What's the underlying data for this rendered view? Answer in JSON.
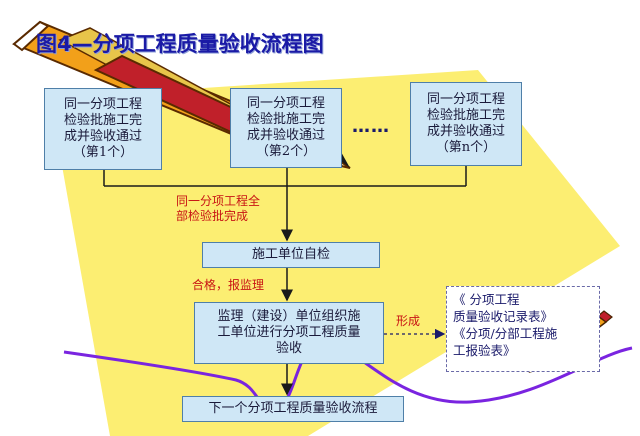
{
  "title": "图4—分项工程质量验收流程图",
  "batch_boxes": [
    {
      "lines": [
        "同一分项工程",
        "检验批施工完",
        "成并验收通过",
        "（第1个）"
      ]
    },
    {
      "lines": [
        "同一分项工程",
        "检验批施工完",
        "成并验收通过",
        "（第2个）"
      ]
    },
    {
      "lines": [
        "同一分项工程",
        "检验批施工完",
        "成并验收通过",
        "（第n个）"
      ]
    }
  ],
  "ellipsis": "……",
  "label_all_complete": [
    "同一分项工程全",
    "部检验批完成"
  ],
  "self_check_box": "施工单位自检",
  "label_qualified": "合格，报监理",
  "supervision_box": [
    "监理（建设）单位组织施",
    "工单位进行分项工程质量",
    "验收"
  ],
  "label_form": "形成",
  "record_box": [
    "《          分项工程",
    "质量验收记录表》",
    "《分项/分部工程施",
    "工报验表》"
  ],
  "next_box": "下一个分项工程质量验收流程",
  "colors": {
    "title": "#1a1aa6",
    "box_fill": "#cfe7f6",
    "box_border": "#4f7fa8",
    "accent_yellow": "#fcee72",
    "curve_purple": "#7a24e0",
    "label_red": "#c81414"
  },
  "icons": [
    "pencil-icon-large",
    "pencil-icon-small"
  ]
}
